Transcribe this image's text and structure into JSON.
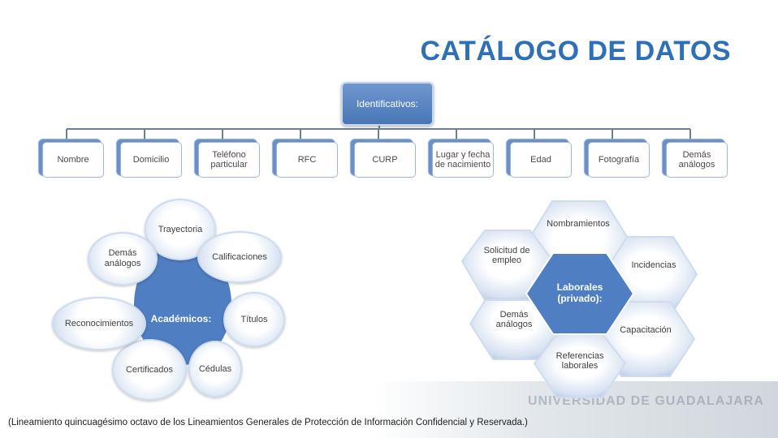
{
  "title": "CATÁLOGO DE DATOS",
  "root": "Identificativos:",
  "identificativos": [
    "Nombre",
    "Domicilio",
    "Teléfono particular",
    "RFC",
    "CURP",
    "Lugar y fecha de nacimiento",
    "Edad",
    "Fotografía",
    "Demás análogos"
  ],
  "academicos": {
    "center": "Académicos:",
    "items": [
      "Trayectoria",
      "Calificaciones",
      "Títulos",
      "Cédulas",
      "Certificados",
      "Reconocimientos",
      "Demás análogos"
    ]
  },
  "laborales": {
    "center": "Laborales (privado):",
    "items": [
      "Nombramientos",
      "Incidencias",
      "Capacitación",
      "Referencias laborales",
      "Demás análogos",
      "Solicitud de empleo"
    ]
  },
  "watermark": "UNIVERSIDAD DE GUADALAJARA",
  "footer": "(Lineamiento quincuagésimo octavo de los Lineamientos Generales de Protección de Información Confidencial y Reservada.)",
  "colors": {
    "title": "#2f6fb6",
    "accent": "#4f7fc2",
    "line": "#6e7f92"
  }
}
